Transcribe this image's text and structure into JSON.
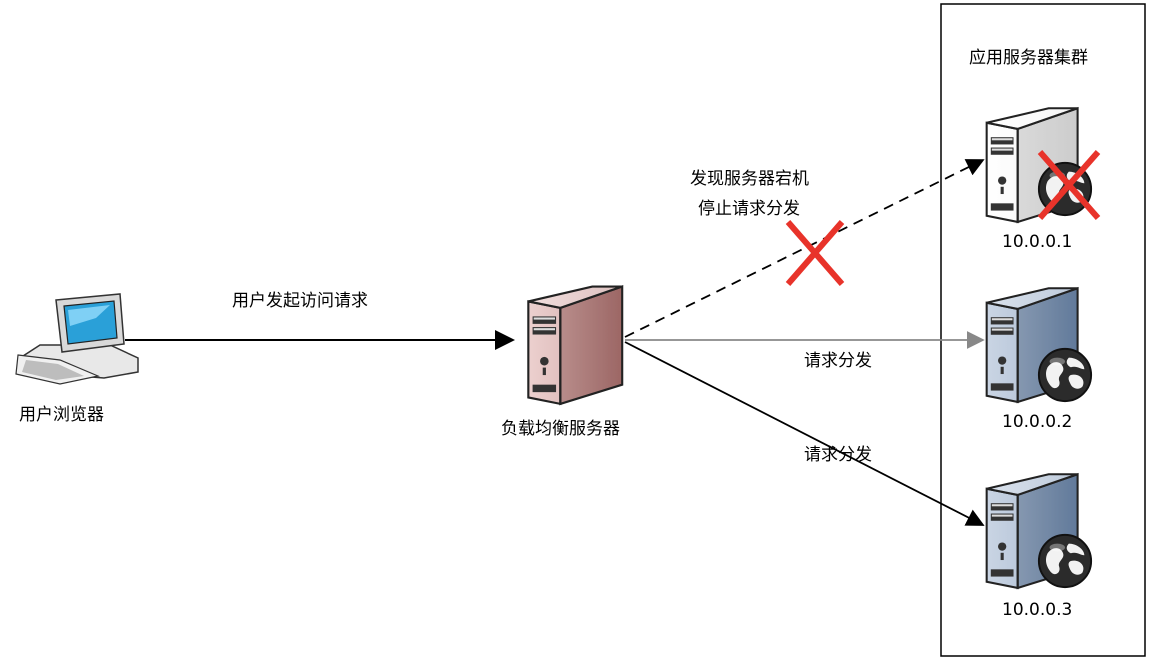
{
  "cluster": {
    "title": "应用服务器集群"
  },
  "nodes": {
    "browser": {
      "label": "用户浏览器",
      "icon": "desktop-computer-icon"
    },
    "load_balancer": {
      "label": "负载均衡服务器",
      "icon": "server-tower-icon",
      "color": "#c48a88"
    },
    "servers": [
      {
        "label": "10.0.0.1",
        "icon": "server-tower-icon",
        "color": "#ffffff",
        "status": "down"
      },
      {
        "label": "10.0.0.2",
        "icon": "server-tower-icon",
        "color": "#7f9bbd",
        "status": "up"
      },
      {
        "label": "10.0.0.3",
        "icon": "server-tower-icon",
        "color": "#7f9bbd",
        "status": "up"
      }
    ]
  },
  "edges": {
    "user_request": "用户发起访问请求",
    "failure_note_line1": "发现服务器宕机",
    "failure_note_line2": "停止请求分发",
    "dispatch_2": "请求分发",
    "dispatch_3": "请求分发"
  },
  "colors": {
    "failure_mark": "#e8332a",
    "accent_line": "#888888"
  }
}
